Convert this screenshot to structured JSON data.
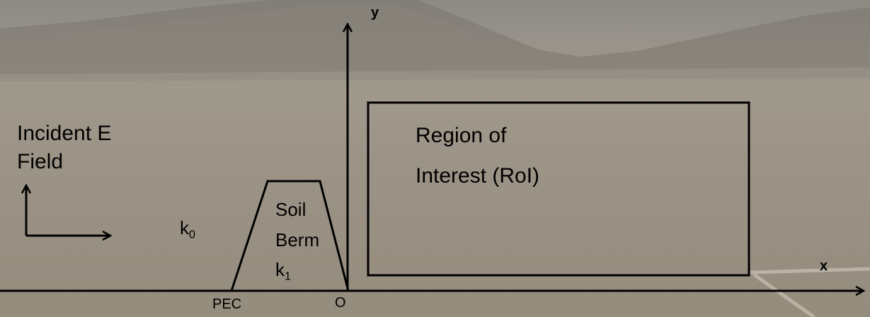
{
  "labels": {
    "incident_line1": "Incident  E",
    "incident_line2": "Field",
    "k0_base": "k",
    "k0_sub": "0",
    "soil": "Soil",
    "berm": "Berm",
    "k1_base": "k",
    "k1_sub": "1",
    "region_line1": "Region of",
    "region_line2": "Interest (RoI)",
    "pec": "PEC",
    "origin": "O",
    "x_axis": "x",
    "y_axis": "y"
  },
  "colors": {
    "ink": "#000000",
    "sky": "#8d8a84",
    "mountain": "#7a756e",
    "ground": "#9c9588"
  }
}
